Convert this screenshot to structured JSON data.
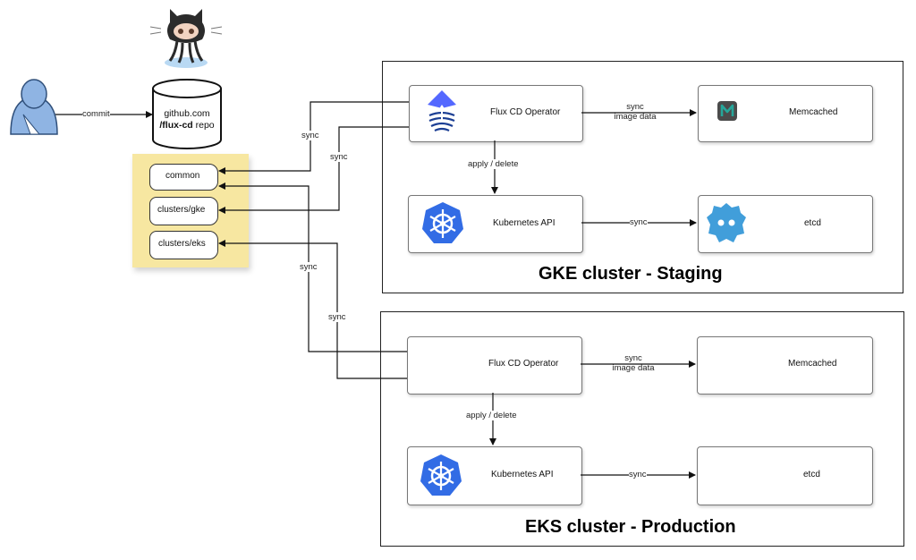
{
  "user": {
    "commit_label": "commit"
  },
  "repo": {
    "line1": "github.com",
    "line2_bold": "/flux-cd",
    "line2_rest": " repo"
  },
  "folders": [
    "common",
    "clusters/gke",
    "clusters/eks"
  ],
  "edges": {
    "sync": "sync",
    "sync_image_data_line1": "sync",
    "sync_image_data_line2": "image data",
    "apply_delete": "apply / delete"
  },
  "gke": {
    "title": "GKE cluster - Staging",
    "flux": "Flux CD Operator",
    "memcached": "Memcached",
    "k8s_api": "Kubernetes API",
    "etcd": "etcd"
  },
  "eks": {
    "title": "EKS cluster - Production",
    "flux": "Flux CD Operator",
    "memcached": "Memcached",
    "k8s_api": "Kubernetes API",
    "etcd": "etcd"
  },
  "colors": {
    "k8s_blue": "#326ce5",
    "etcd_blue": "#419eda",
    "sticky": "#f7e7a1",
    "flux_blue": "#5468ff",
    "memcached_teal": "#26a69a"
  },
  "icons": [
    "user-icon",
    "github-octocat-icon",
    "database-icon",
    "flux-logo-icon",
    "memcached-logo-icon",
    "kubernetes-logo-icon",
    "etcd-logo-icon"
  ]
}
